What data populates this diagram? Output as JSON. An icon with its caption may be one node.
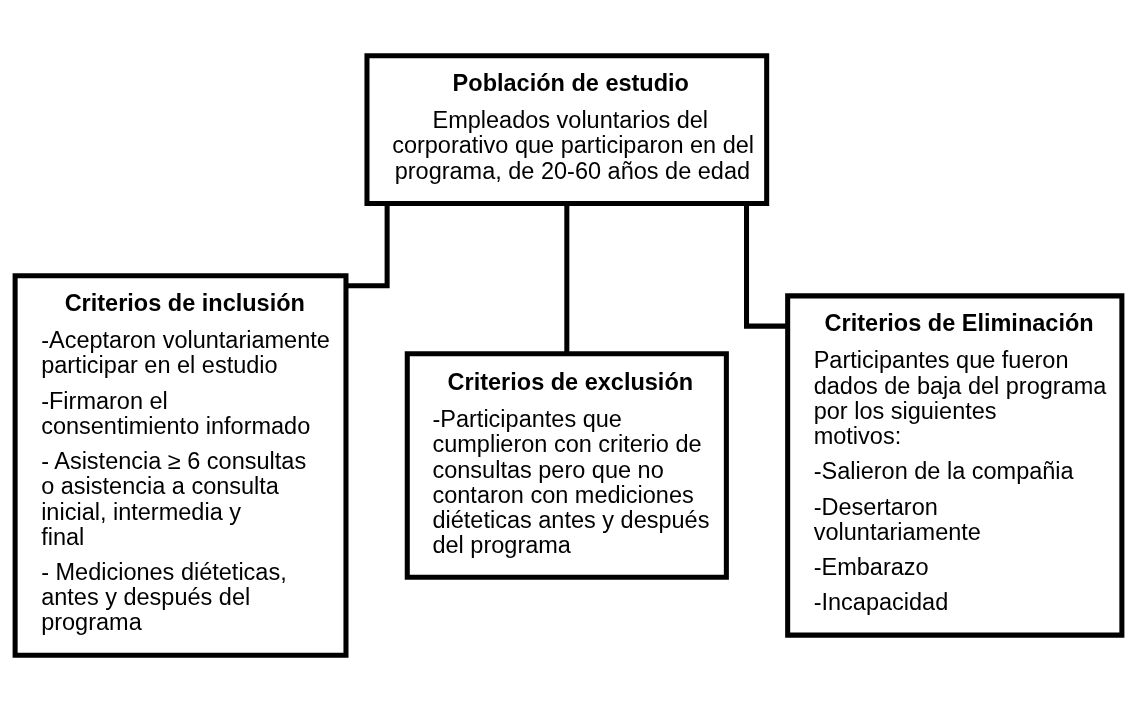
{
  "diagram": {
    "nodes": [
      {
        "text": [
          "Población de estudio",
          "Empleados voluntarios del corporativo que participaron en del programa, de 20-60 años de edad"
        ]
      },
      {
        "text": [
          "Criterios de inclusión",
          "-Aceptaron voluntariamente participar en el estudio",
          "-Firmaron el consentimiento informado",
          "- Asistencia ≥ 6 consultas o asistencia a consulta inicial, intermedia y final",
          "- Mediciones diéteticas, antes y después del programa"
        ]
      },
      {
        "text": [
          "Criterios de exclusión",
          "-Participantes que cumplieron con criterio de consultas pero que no contaron con mediciones diéteticas antes y después del programa"
        ]
      },
      {
        "text": [
          "Criterios de Eliminación",
          "Participantes que fueron dados de baja del programa por los siguientes motivos:",
          "-Salieron de la compañia",
          "-Desertaron voluntariamente",
          "-Embarazo",
          "-Incapacidad"
        ]
      }
    ],
    "edges": [
      {
        "from": 0,
        "to": 1,
        "arrow": "none"
      },
      {
        "from": 0,
        "to": 2,
        "arrow": "none"
      },
      {
        "from": 0,
        "to": 3,
        "arrow": "none"
      }
    ]
  }
}
